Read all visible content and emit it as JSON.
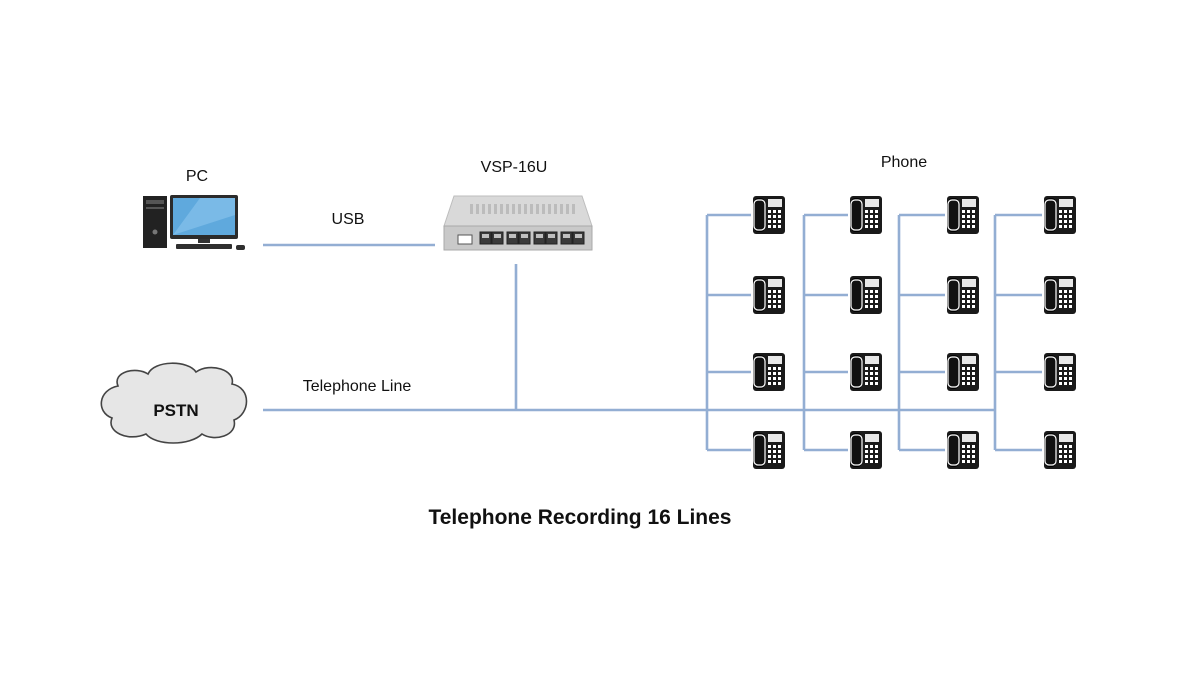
{
  "diagram": {
    "title": "Telephone Recording 16 Lines",
    "nodes": {
      "pc": {
        "label": "PC",
        "icon": "desktop-computer-icon"
      },
      "device": {
        "label": "VSP-16U",
        "icon": "recorder-box-icon"
      },
      "pstn": {
        "label": "PSTN",
        "icon": "cloud-icon"
      },
      "phones": {
        "label": "Phone",
        "count": 16,
        "icon": "desk-phone-icon"
      }
    },
    "links": {
      "usb": "USB",
      "telephone_line": "Telephone Line"
    },
    "colors": {
      "wire": "#93aed3",
      "text": "#111111",
      "cloud_fill": "#e6e6e6"
    }
  }
}
